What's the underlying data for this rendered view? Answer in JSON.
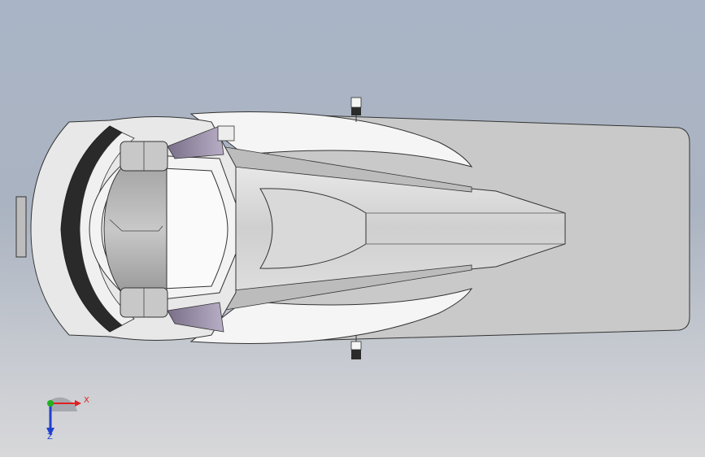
{
  "viewport": {
    "background_top": "#a9b5c6",
    "background_bottom": "#d8d8da"
  },
  "model": {
    "description_icon": "3d-vehicle-model-top-view"
  },
  "triad": {
    "x_label": "X",
    "z_label": "Z",
    "x_color": "#e02020",
    "y_color": "#20b020",
    "z_color": "#2040d0"
  }
}
